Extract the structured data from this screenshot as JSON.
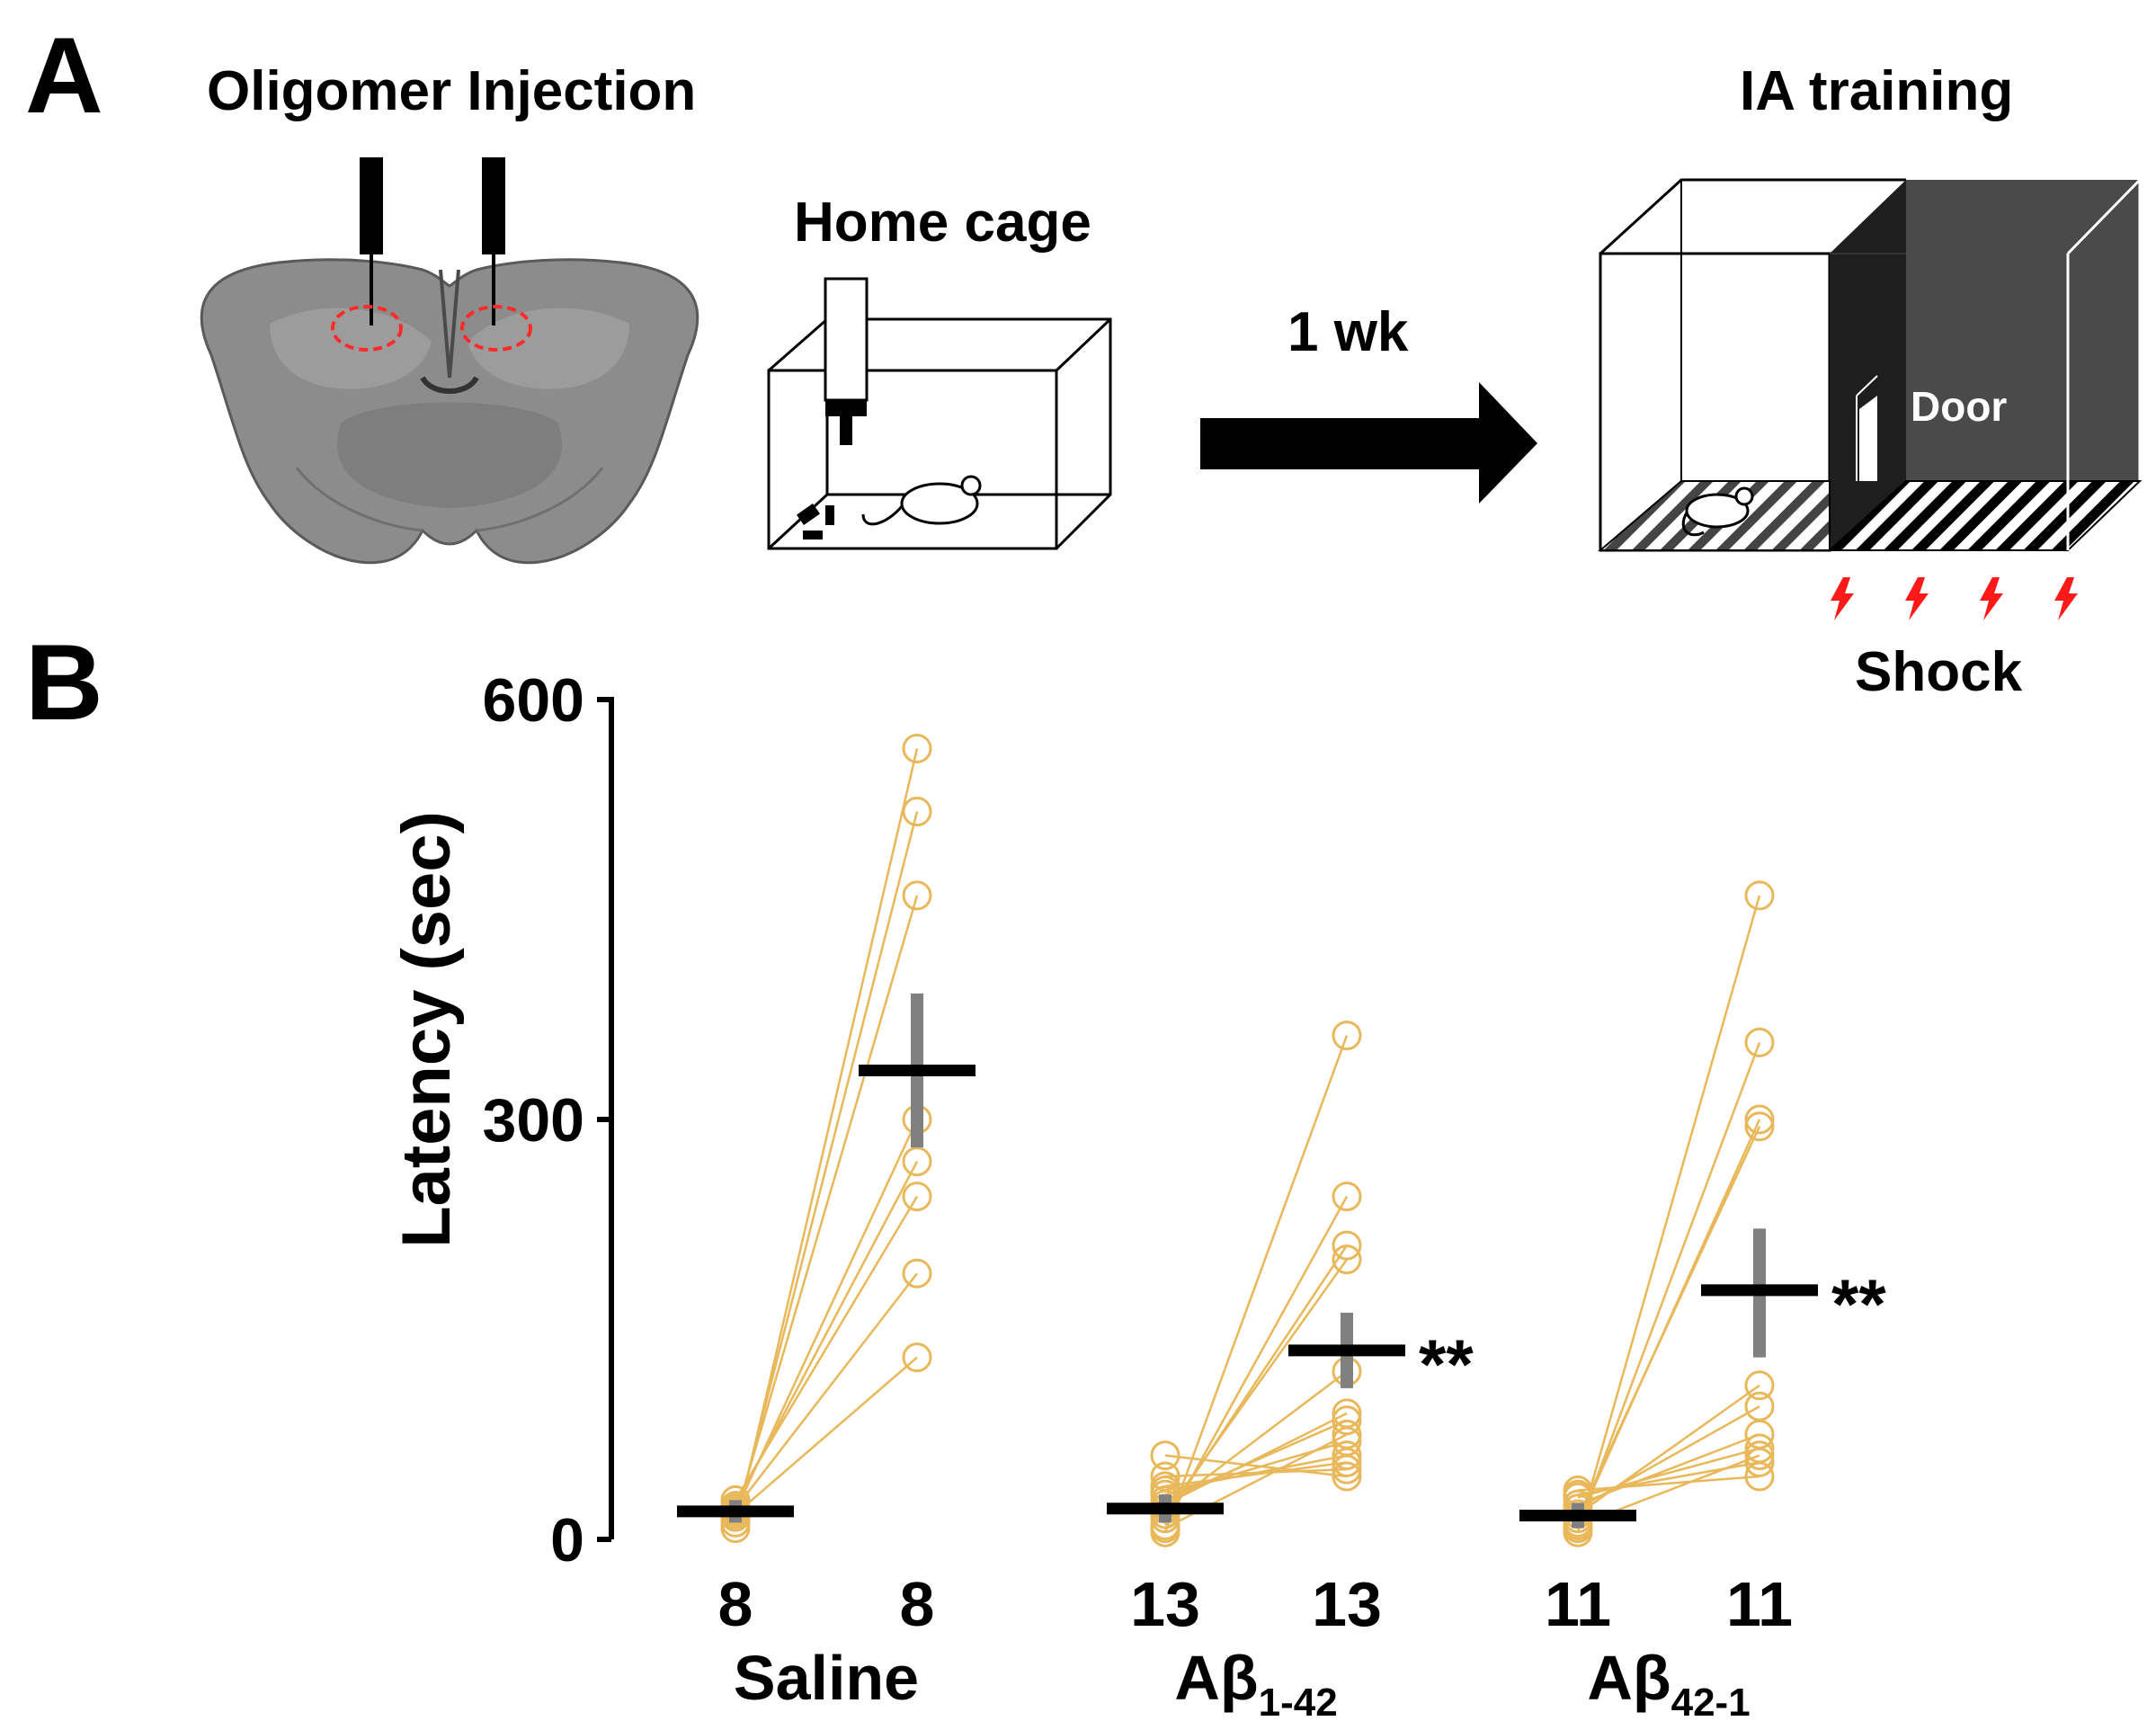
{
  "panel_a": {
    "letter": "A",
    "injection_title": "Oligomer Injection",
    "home_cage_label": "Home cage",
    "interval_label": "1 wk",
    "ia_title": "IA training",
    "door_label": "Door",
    "shock_label": "Shock",
    "colors": {
      "injection_site": "#ff2a2a",
      "shock": "#ff1a1a",
      "dark_chamber": "#4a4a4a"
    }
  },
  "panel_b": {
    "letter": "B"
  },
  "chart_data": {
    "type": "scatter",
    "ylabel": "Latency  (sec)",
    "ylim": [
      0,
      600
    ],
    "yticks": [
      0,
      300,
      600
    ],
    "groups": [
      {
        "name": "Saline",
        "subscript": "",
        "n_labels": [
          "8",
          "8"
        ],
        "before": {
          "mean": 20,
          "sem_low": 12,
          "sem_high": 28,
          "points": [
            8,
            12,
            16,
            20,
            24,
            28,
            22,
            18
          ]
        },
        "after": {
          "mean": 335,
          "sem_low": 280,
          "sem_high": 390,
          "points": [
            565,
            520,
            460,
            300,
            270,
            245,
            190,
            130
          ]
        },
        "significance": ""
      },
      {
        "name": "Aβ",
        "subscript": "1-42",
        "n_labels": [
          "13",
          "13"
        ],
        "before": {
          "mean": 22,
          "sem_low": 12,
          "sem_high": 32,
          "points": [
            5,
            10,
            15,
            18,
            22,
            25,
            28,
            32,
            35,
            38,
            45,
            60,
            8
          ]
        },
        "after": {
          "mean": 135,
          "sem_low": 108,
          "sem_high": 162,
          "points": [
            360,
            245,
            210,
            200,
            120,
            90,
            85,
            70,
            60,
            55,
            50,
            45,
            75
          ]
        },
        "significance": "**"
      },
      {
        "name": "Aβ",
        "subscript": "42-1",
        "n_labels": [
          "11",
          "11"
        ],
        "before": {
          "mean": 17,
          "sem_low": 8,
          "sem_high": 26,
          "points": [
            5,
            8,
            12,
            15,
            18,
            22,
            25,
            30,
            32,
            35,
            10
          ]
        },
        "after": {
          "mean": 178,
          "sem_low": 130,
          "sem_high": 222,
          "points": [
            460,
            355,
            300,
            295,
            110,
            95,
            75,
            65,
            55,
            45,
            60
          ]
        },
        "significance": "**"
      }
    ],
    "colors": {
      "points": "#e8b85a",
      "mean_bar": "#000000",
      "sem_bar": "#808080"
    }
  }
}
